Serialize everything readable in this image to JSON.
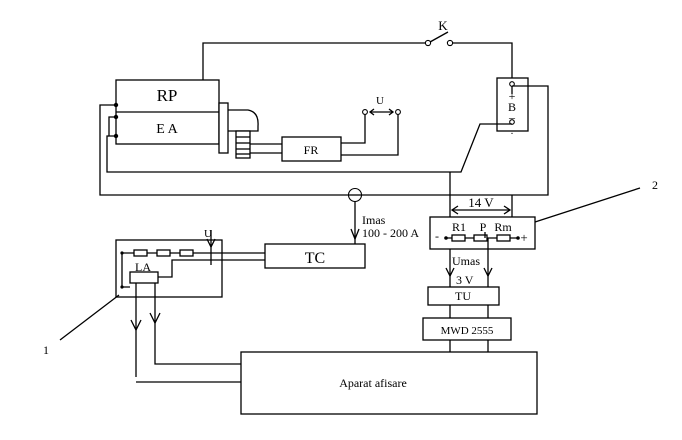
{
  "labels": {
    "switch": "K",
    "rp": "RP",
    "ea": "E A",
    "battery_plus": "+",
    "battery_b": "B",
    "battery_minus": "–",
    "voltage_u_top": "U",
    "fr": "FR",
    "v14": "14 V",
    "callout_2": "2",
    "imas": "Imas",
    "current_range": "100 - 200 A",
    "voltage_u_la": "U",
    "la": "LA",
    "tc": "TC",
    "divider_minus": "-",
    "r1": "R1",
    "p": "P",
    "rm": "Rm",
    "divider_plus": "+",
    "umas": "Umas",
    "v3": "3 V",
    "tu": "TU",
    "mwd": "MWD 2555",
    "callout_1": "1",
    "display": "Aparat afisare"
  }
}
